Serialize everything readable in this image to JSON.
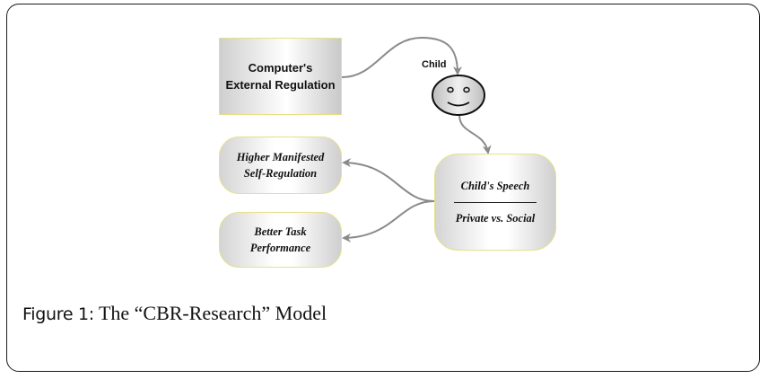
{
  "figure": {
    "nodes": {
      "external_regulation": {
        "lines": [
          "Computer's",
          "External Regulation"
        ]
      },
      "child": {
        "label": "Child"
      },
      "higher_self_regulation": {
        "lines": [
          "Higher Manifested",
          "Self-Regulation"
        ]
      },
      "better_task_performance": {
        "lines": [
          "Better Task",
          "Performance"
        ]
      },
      "childs_speech": {
        "title": "Child's Speech",
        "subtitle": "Private vs. Social"
      }
    },
    "edges": [
      {
        "from": "external_regulation",
        "to": "child"
      },
      {
        "from": "child",
        "to": "childs_speech"
      },
      {
        "from": "childs_speech",
        "to": "higher_self_regulation"
      },
      {
        "from": "childs_speech",
        "to": "better_task_performance"
      }
    ],
    "colors": {
      "node_border": "#e7e08a",
      "arrow": "#8a8a8a",
      "face_fill": "#d9d9d9"
    }
  },
  "caption": {
    "label": "Figure 1:",
    "text": " The “CBR-Research” Model"
  }
}
